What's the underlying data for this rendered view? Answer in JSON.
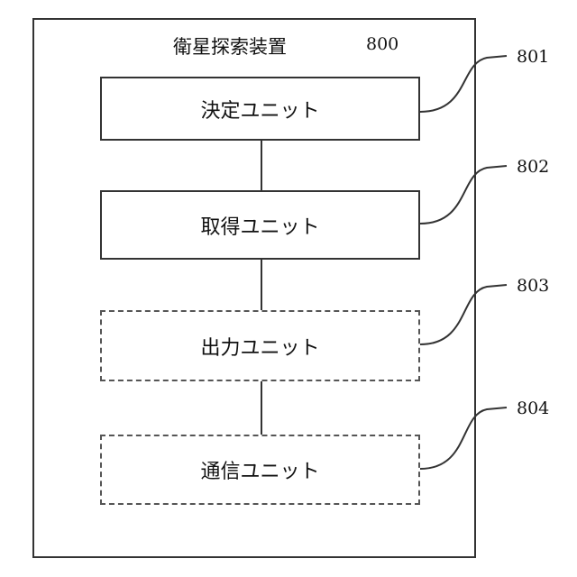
{
  "device": {
    "title": "衛星探索装置",
    "ref": "800"
  },
  "units": [
    {
      "label": "決定ユニット",
      "ref": "801",
      "style": "solid"
    },
    {
      "label": "取得ユニット",
      "ref": "802",
      "style": "solid"
    },
    {
      "label": "出力ユニット",
      "ref": "803",
      "style": "dashed"
    },
    {
      "label": "通信ユニット",
      "ref": "804",
      "style": "dashed"
    }
  ]
}
